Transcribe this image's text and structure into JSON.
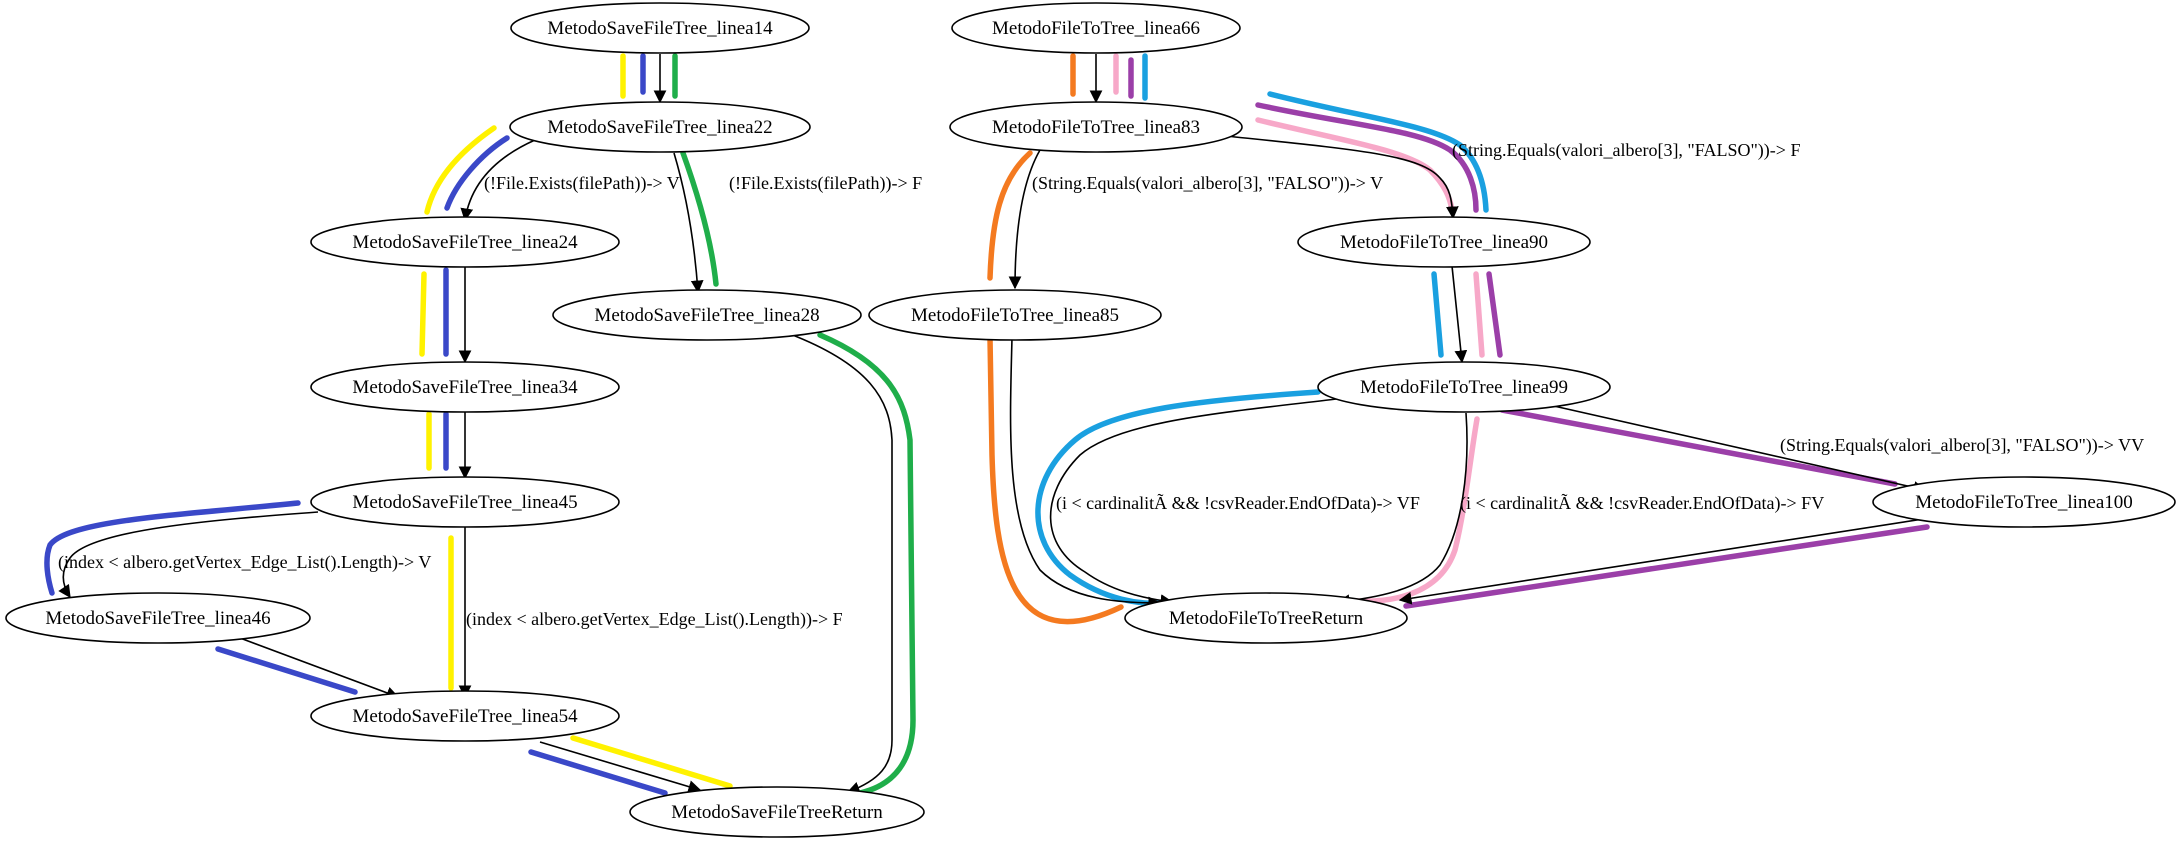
{
  "highlight_colors": {
    "yellow": "#fff200",
    "blue": "#3a48c8",
    "green": "#1fae4a",
    "orange": "#f47a20",
    "pink": "#f7a8c8",
    "purple": "#9b3fa8",
    "cyan": "#1aa0e0"
  },
  "nodes": {
    "sft_14": "MetodoSaveFileTree_linea14",
    "sft_22": "MetodoSaveFileTree_linea22",
    "sft_24": "MetodoSaveFileTree_linea24",
    "sft_28": "MetodoSaveFileTree_linea28",
    "sft_34": "MetodoSaveFileTree_linea34",
    "sft_45": "MetodoSaveFileTree_linea45",
    "sft_46": "MetodoSaveFileTree_linea46",
    "sft_54": "MetodoSaveFileTree_linea54",
    "sft_ret": "MetodoSaveFileTreeReturn",
    "ftt_66": "MetodoFileToTree_linea66",
    "ftt_83": "MetodoFileToTree_linea83",
    "ftt_85": "MetodoFileToTree_linea85",
    "ftt_90": "MetodoFileToTree_linea90",
    "ftt_99": "MetodoFileToTree_linea99",
    "ftt_100": "MetodoFileToTree_linea100",
    "ftt_ret": "MetodoFileToTreeReturn"
  },
  "edge_labels": {
    "file_exists_v": "(!File.Exists(filePath))-> V",
    "file_exists_f": "(!File.Exists(filePath))-> F",
    "index_v": "(index < albero.getVertex_Edge_List().Length)-> V",
    "index_f": "(index < albero.getVertex_Edge_List().Length))-> F",
    "equals_v": "(String.Equals(valori_albero[3], \"FALSO\"))-> V",
    "equals_f": "(String.Equals(valori_albero[3], \"FALSO\"))-> F",
    "equals_vv": "(String.Equals(valori_albero[3], \"FALSO\"))-> VV",
    "card_vf": "(i < cardinalitÃ  && !csvReader.EndOfData)-> VF",
    "card_fv": "(i < cardinalitÃ  && !csvReader.EndOfData)-> FV"
  }
}
